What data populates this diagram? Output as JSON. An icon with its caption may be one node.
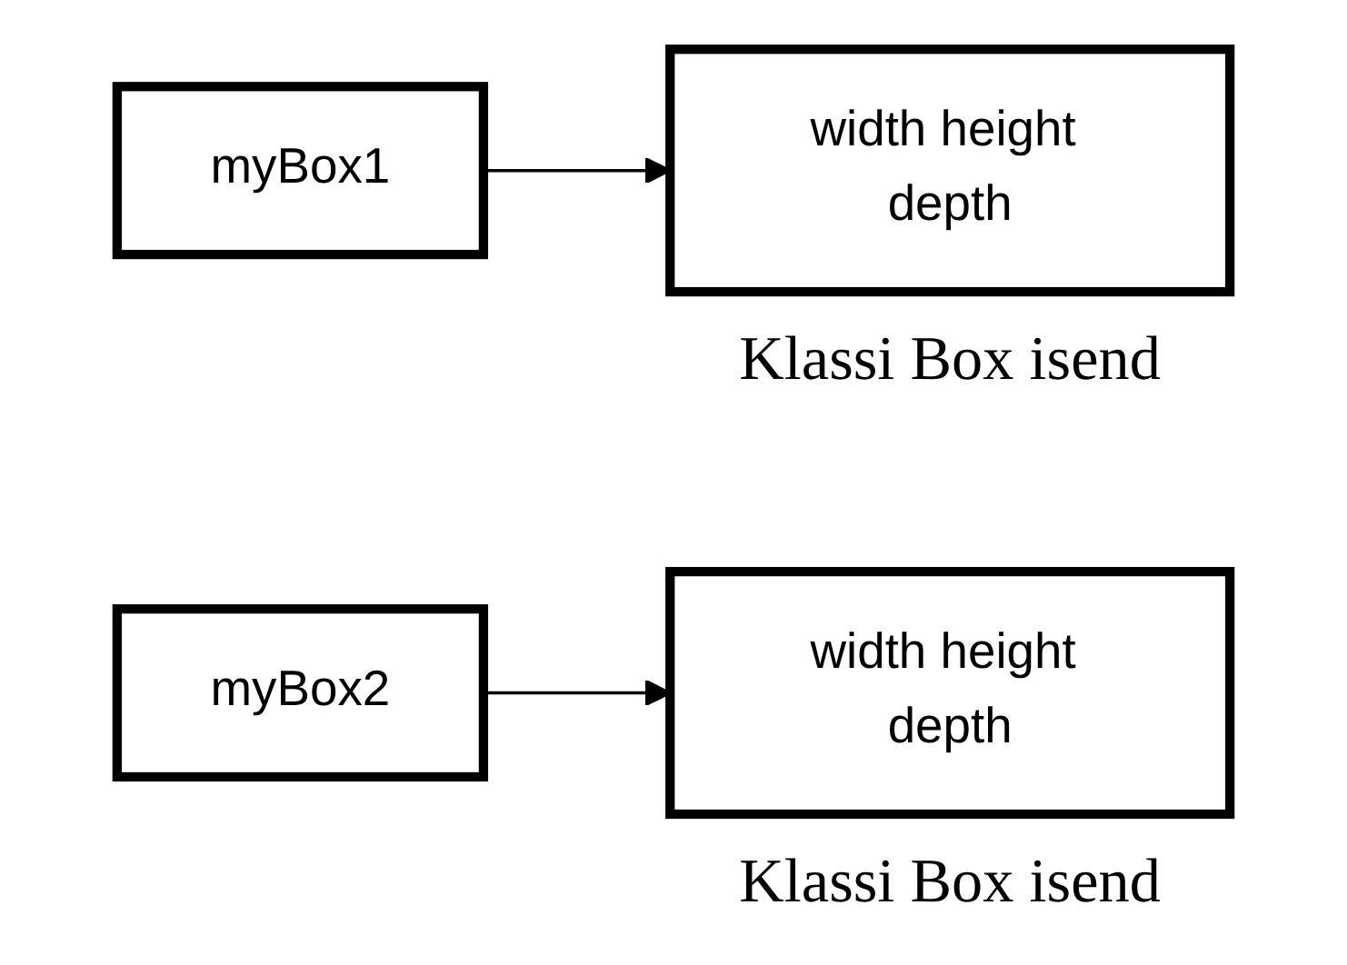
{
  "diagram": {
    "nodes": [
      {
        "text": [
          "myBox1"
        ]
      },
      {
        "text": [
          "width height depth"
        ],
        "beside": [
          "Klassi Box isend"
        ]
      },
      {
        "text": [
          "myBox2"
        ]
      },
      {
        "text": [
          "width height depth"
        ],
        "beside": [
          "Klassi Box isend"
        ]
      }
    ],
    "edges": [
      {
        "from": 0,
        "to": 1,
        "arrow": "to"
      },
      {
        "from": 2,
        "to": 3,
        "arrow": "to"
      }
    ]
  }
}
